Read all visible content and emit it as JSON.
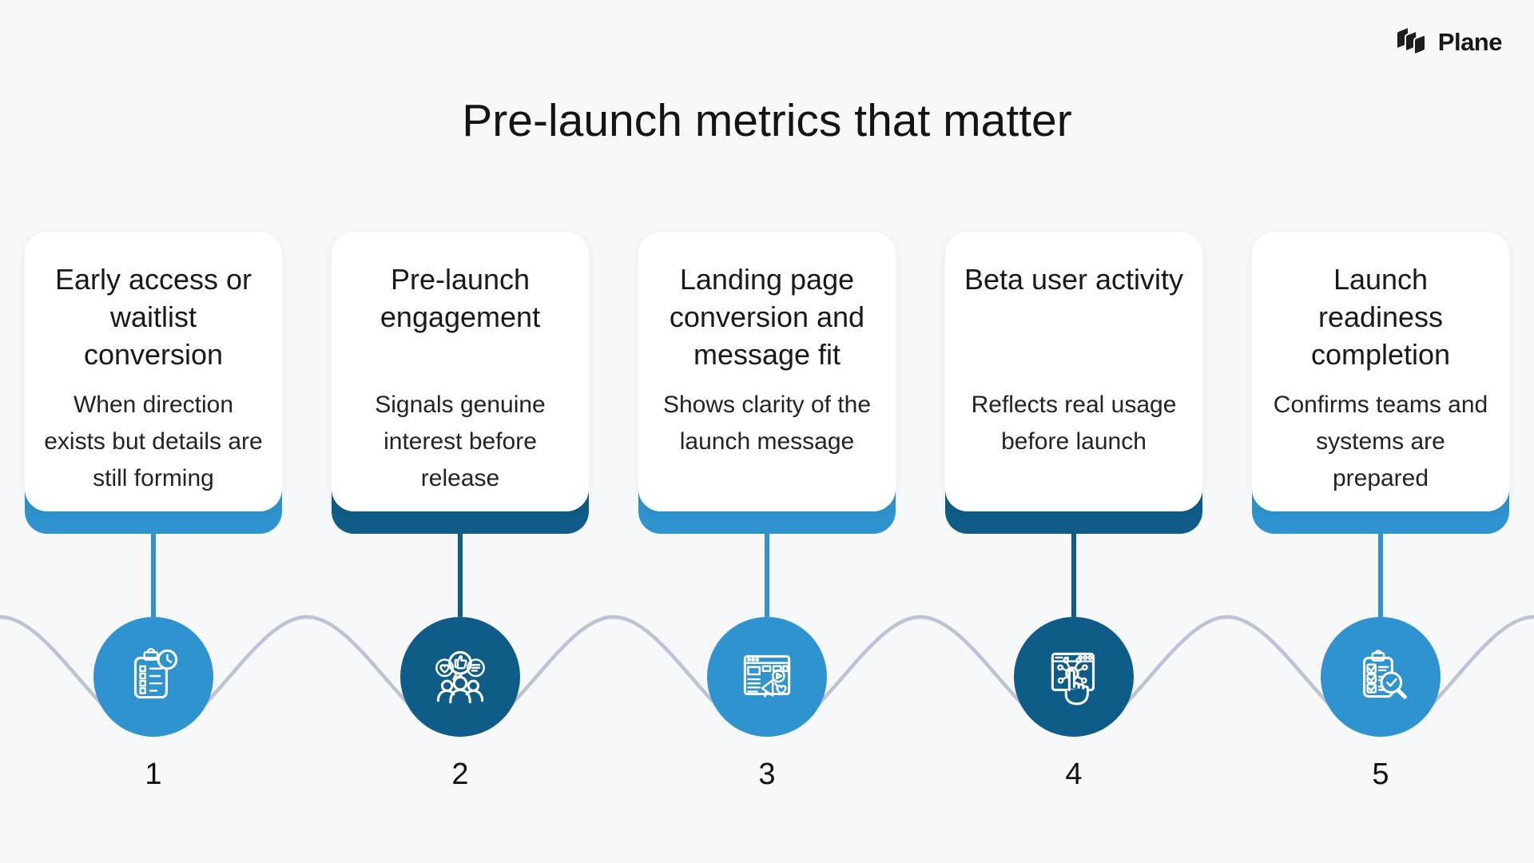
{
  "brand": {
    "name": "Plane",
    "logo_icon": "plane-logo-mark"
  },
  "title": "Pre-launch metrics that matter",
  "colors": {
    "background": "#F7F8FA",
    "light_blue": "#2E93CE",
    "dark_blue": "#0E5C87",
    "wave": "#BDC3D6",
    "text": "#1A1A1A"
  },
  "steps": [
    {
      "number": "1",
      "heading": "Early access or waitlist conversion",
      "description": "When direction exists but details are still forming",
      "tone": "light",
      "icon": "clipboard-clock-icon"
    },
    {
      "number": "2",
      "heading": "Pre-launch engagement",
      "description": "Signals genuine interest before release",
      "tone": "dark",
      "icon": "audience-engagement-icon"
    },
    {
      "number": "3",
      "heading": "Landing page conversion and message fit",
      "description": "Shows clarity of the launch message",
      "tone": "light",
      "icon": "landing-page-promo-icon"
    },
    {
      "number": "4",
      "heading": "Beta user activity",
      "description": "Reflects real usage before launch",
      "tone": "dark",
      "icon": "browser-tap-network-icon"
    },
    {
      "number": "5",
      "heading": "Launch readiness completion",
      "description": "Confirms teams and systems are prepared",
      "tone": "light",
      "icon": "checklist-magnifier-icon"
    }
  ]
}
